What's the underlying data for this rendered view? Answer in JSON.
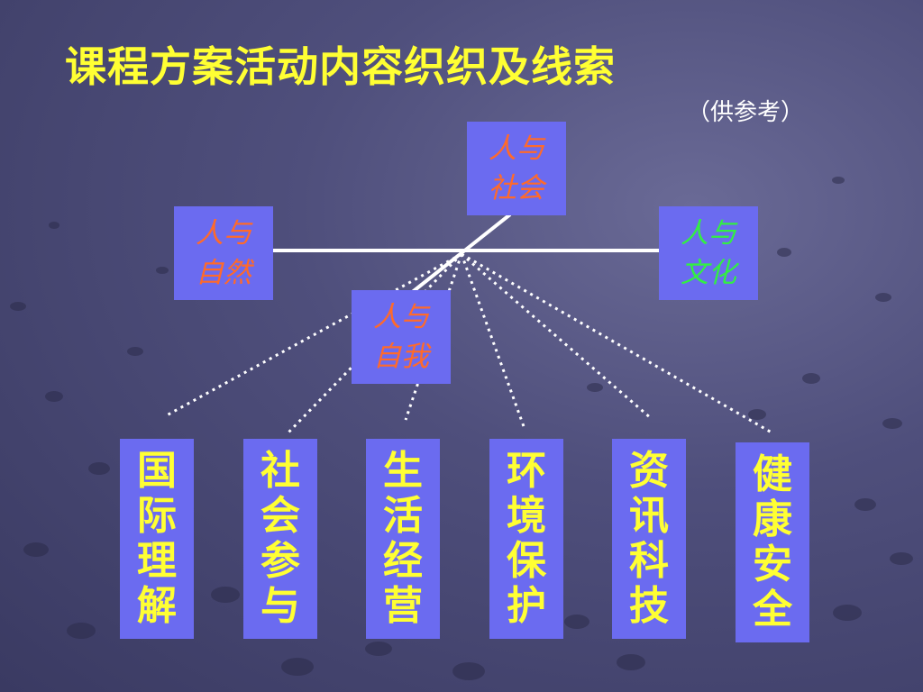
{
  "title": "课程方案活动内容织织及线索",
  "subtitle": "（供参考）",
  "colors": {
    "title": "#ffff33",
    "box_fill": "#6b6bf0",
    "society_text": "#ff6a2a",
    "nature_text": "#ff6a2a",
    "self_text": "#ff6a2a",
    "culture_text": "#33ee44",
    "topic_text": "#ffff33"
  },
  "dimensions": {
    "society": "人与社会",
    "nature": "人与自然",
    "culture": "人与文化",
    "self": "人与自我"
  },
  "topics": [
    "国际理解",
    "社会参与",
    "生活经营",
    "环境保护",
    "资讯科技",
    "健康安全"
  ]
}
